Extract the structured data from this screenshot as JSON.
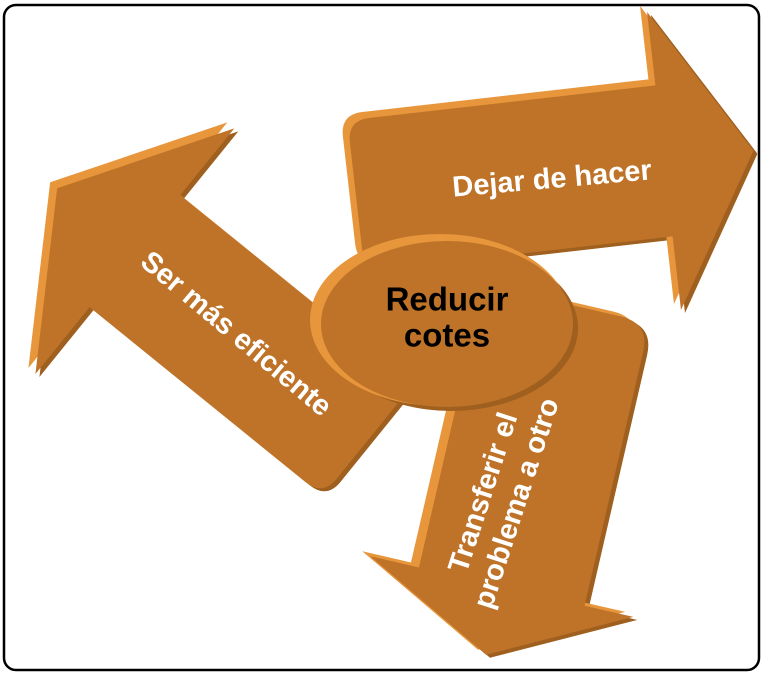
{
  "diagram": {
    "type": "radial-3d-arrows",
    "center": {
      "line1": "Reducir",
      "line2": "cotes"
    },
    "arrows": [
      {
        "label": "Dejar de hacer",
        "direction": "right"
      },
      {
        "label": "Ser más eficiente",
        "direction": "up-left"
      },
      {
        "line1": "Transferir el",
        "line2": "problema a otro",
        "direction": "down"
      }
    ],
    "colors": {
      "arrow_face": "#BE7328",
      "bevel_light": "#E8963C",
      "bevel_dark": "#9E5F1F",
      "arrow_text": "#FFFFFF",
      "center_text": "#000000",
      "border": "#000000",
      "background": "#FFFFFF"
    }
  }
}
